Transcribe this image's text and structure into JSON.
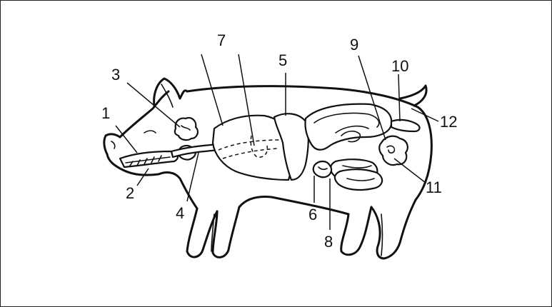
{
  "diagram": {
    "subject": "pig-digestive-system",
    "callouts": [
      {
        "id": "c1",
        "text": "1"
      },
      {
        "id": "c2",
        "text": "2"
      },
      {
        "id": "c3",
        "text": "3"
      },
      {
        "id": "c4",
        "text": "4"
      },
      {
        "id": "c5",
        "text": "5"
      },
      {
        "id": "c6",
        "text": "6"
      },
      {
        "id": "c7",
        "text": "7"
      },
      {
        "id": "c8",
        "text": "8"
      },
      {
        "id": "c9",
        "text": "9"
      },
      {
        "id": "c10",
        "text": "10"
      },
      {
        "id": "c11",
        "text": "11"
      },
      {
        "id": "c12",
        "text": "12"
      }
    ],
    "colors": {
      "line": "#111111",
      "background": "#ffffff"
    }
  }
}
